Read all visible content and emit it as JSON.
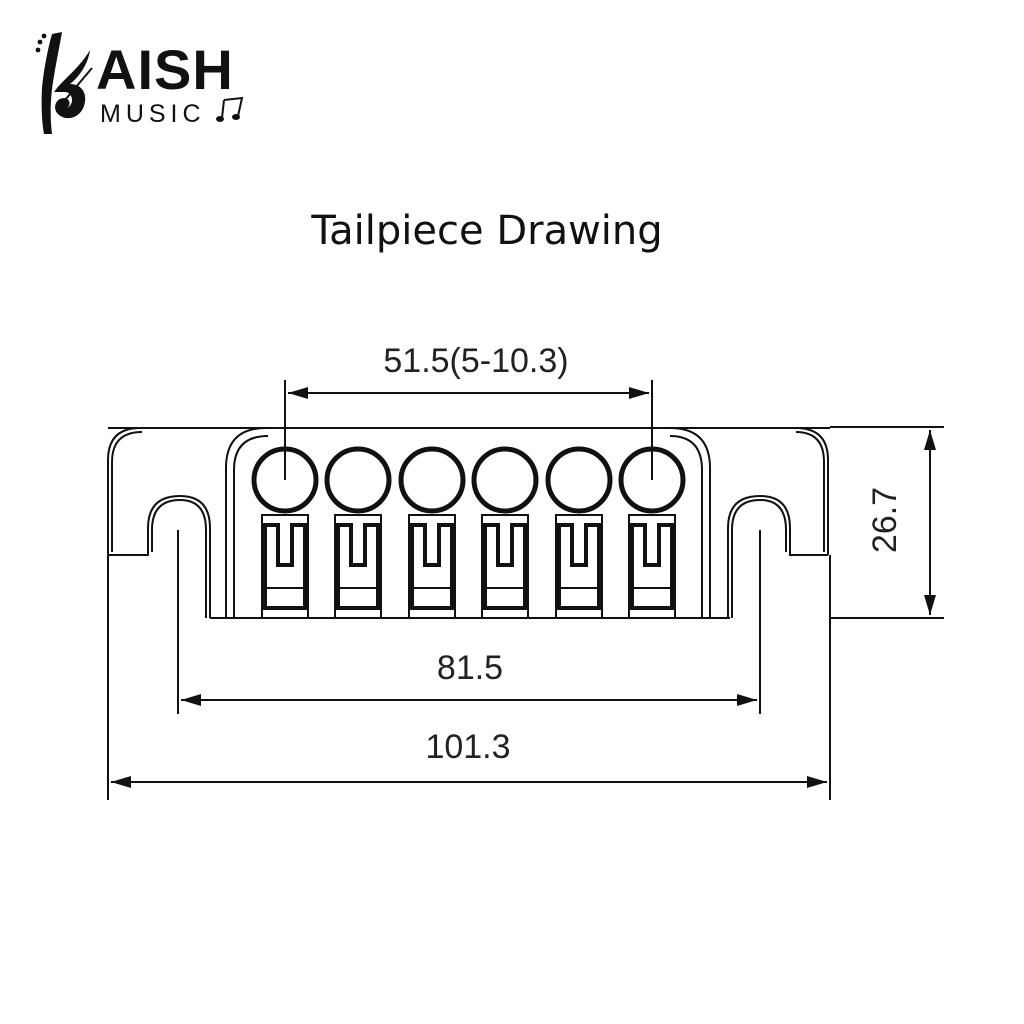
{
  "brand": {
    "name": "AISH",
    "initial": "K",
    "subtitle": "MUSIC",
    "full_name": "KAISH MUSIC"
  },
  "title": "Tailpiece Drawing",
  "colors": {
    "line": "#111111",
    "background": "#ffffff",
    "text": "#222222"
  },
  "dimensions": {
    "string_spacing": {
      "label": "51.5(5-10.3)",
      "value": 51.5,
      "note": "5-10.3"
    },
    "stud_spacing": {
      "label": "81.5",
      "value": 81.5
    },
    "overall_width": {
      "label": "101.3",
      "value": 101.3
    },
    "height": {
      "label": "26.7",
      "value": 26.7
    }
  },
  "parts": {
    "string_holes": 6,
    "saddle_slots": 6,
    "mounting_slots": 2
  }
}
